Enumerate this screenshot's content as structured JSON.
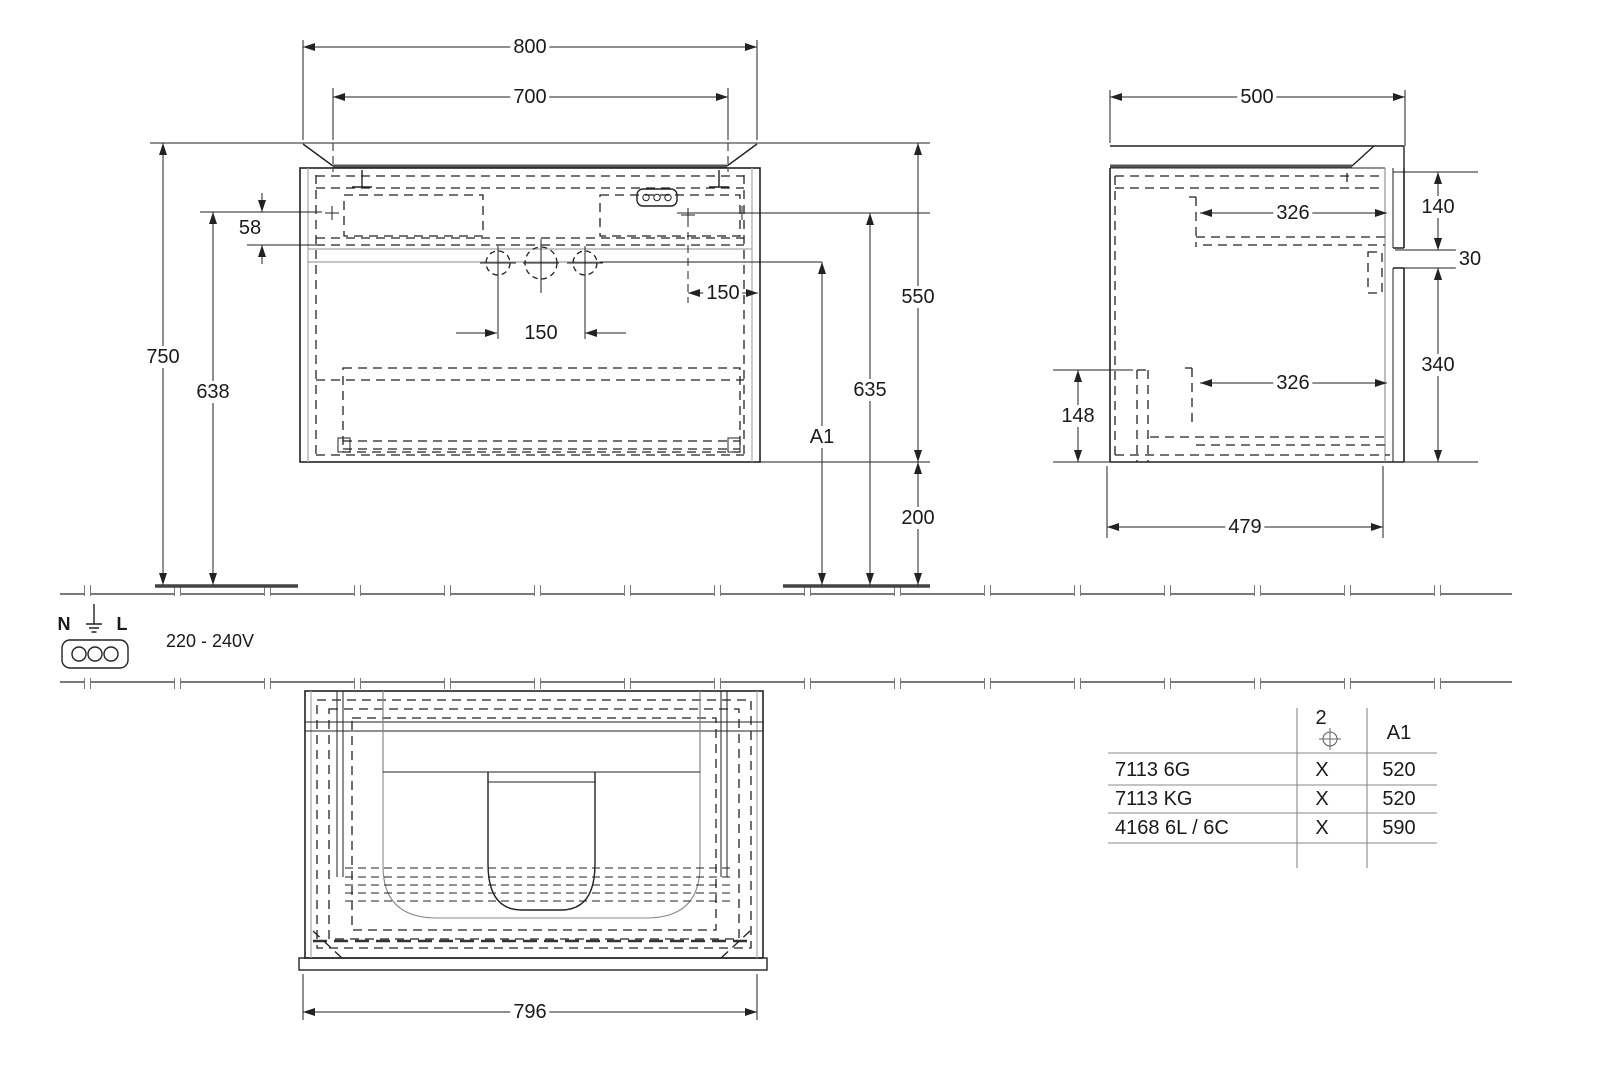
{
  "front_view": {
    "width_overall": "800",
    "width_inner": "700",
    "top_offset": "58",
    "faucet_spacing": "150",
    "right_offset": "150",
    "height_total": "750",
    "height_inner": "638",
    "cabinet_height": "550",
    "socket_height": "635",
    "a1_height": "A1",
    "wall_clearance": "200"
  },
  "side_view": {
    "depth_overall": "500",
    "runner_top": "326",
    "front_top_height": "140",
    "front_gap": "30",
    "front_bottom_height": "340",
    "runner_bottom": "326",
    "bracket_height": "148",
    "body_depth": "479"
  },
  "bottom_view": {
    "width_body": "796"
  },
  "electrical": {
    "neutral": "N",
    "line": "L",
    "voltage": "220 - 240V"
  },
  "spec_table": {
    "col_hole": "2",
    "col_a1": "A1",
    "rows": [
      {
        "model": "7113 6G",
        "hole": "X",
        "a1": "520"
      },
      {
        "model": "7113 KG",
        "hole": "X",
        "a1": "520"
      },
      {
        "model": "4168 6L / 6C",
        "hole": "X",
        "a1": "590"
      }
    ]
  },
  "colors": {
    "line": "#222222",
    "secondary": "#a8a8a8"
  }
}
